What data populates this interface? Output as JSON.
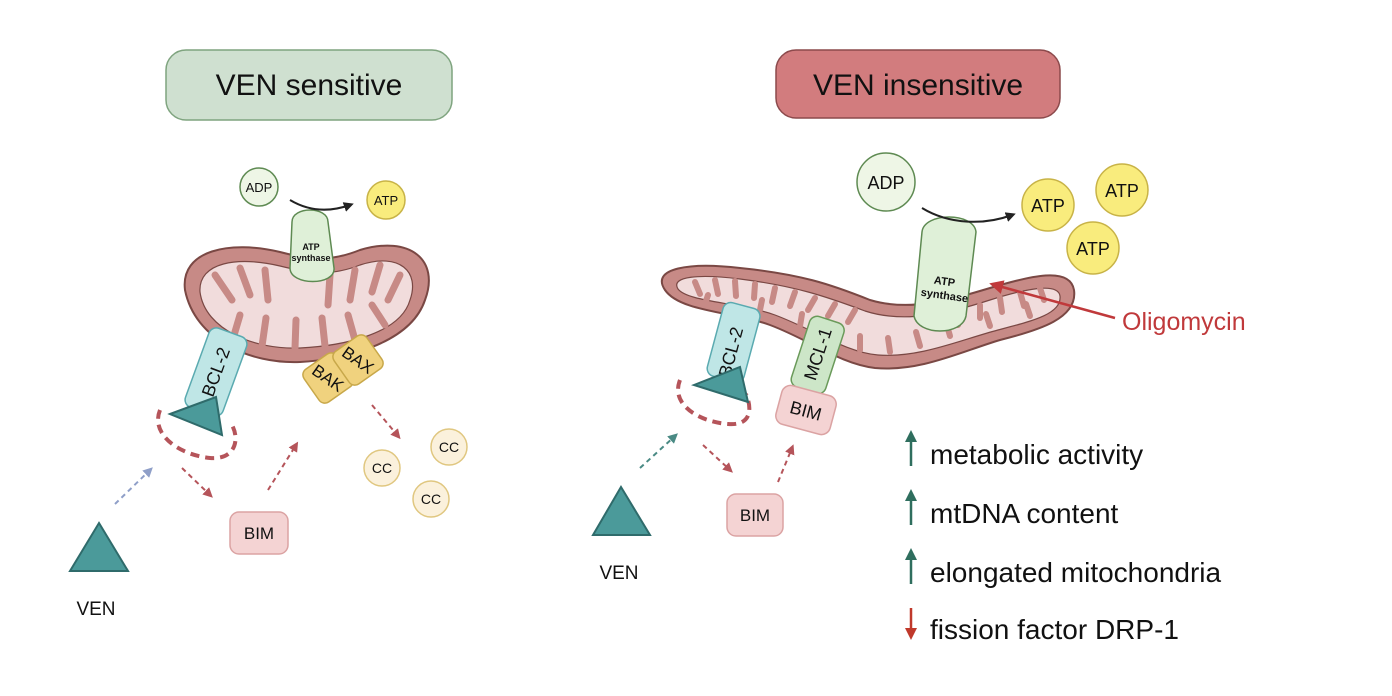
{
  "colors": {
    "sensitive_badge": "#cfe0d0",
    "sensitive_badge_border": "#7fa47f",
    "insensitive_badge": "#d27c7e",
    "insensitive_badge_border": "#8c4a4c",
    "mito_outer": "#c78a86",
    "mito_inner": "#f1dcdc",
    "mito_stroke": "#7a4844",
    "atp_synthase": "#dff0d8",
    "adp": "#eef6e6",
    "atp": "#f9ec7d",
    "bcl2": "#bfe6e6",
    "mcl1": "#cde6c8",
    "bax_bak": "#f0d27e",
    "bim": "#f4d3d3",
    "cc": "#fbf1dc",
    "ven": "#4b9a9a",
    "dashed_red": "#b5545a",
    "dashed_teal": "#4a8a84",
    "dashed_blue": "#8f9fc8",
    "oligomycin": "#c0393b",
    "up_arrow": "#2f6e5e",
    "down_arrow": "#c0392b"
  },
  "left_panel": {
    "title": "VEN sensitive",
    "adp_label": "ADP",
    "atp_label": "ATP",
    "atp_synthase_label_1": "ATP",
    "atp_synthase_label_2": "synthase",
    "bcl2_label": "BCL-2",
    "bak_label": "BAK",
    "bax_label": "BAX",
    "bim_label": "BIM",
    "cc_labels": [
      "CC",
      "CC",
      "CC"
    ],
    "ven_label": "VEN"
  },
  "right_panel": {
    "title": "VEN insensitive",
    "adp_label": "ADP",
    "atp_labels": [
      "ATP",
      "ATP",
      "ATP"
    ],
    "atp_synthase_label_1": "ATP",
    "atp_synthase_label_2": "synthase",
    "bcl2_label": "BCL-2",
    "mcl1_label": "MCL-1",
    "bim_bound_label": "BIM",
    "bim_free_label": "BIM",
    "ven_label": "VEN",
    "oligomycin_label": "Oligomycin",
    "effects": [
      {
        "direction": "up",
        "text": "metabolic activity"
      },
      {
        "direction": "up",
        "text": "mtDNA content"
      },
      {
        "direction": "up",
        "text": "elongated mitochondria"
      },
      {
        "direction": "down",
        "text": "fission factor DRP-1"
      }
    ]
  }
}
